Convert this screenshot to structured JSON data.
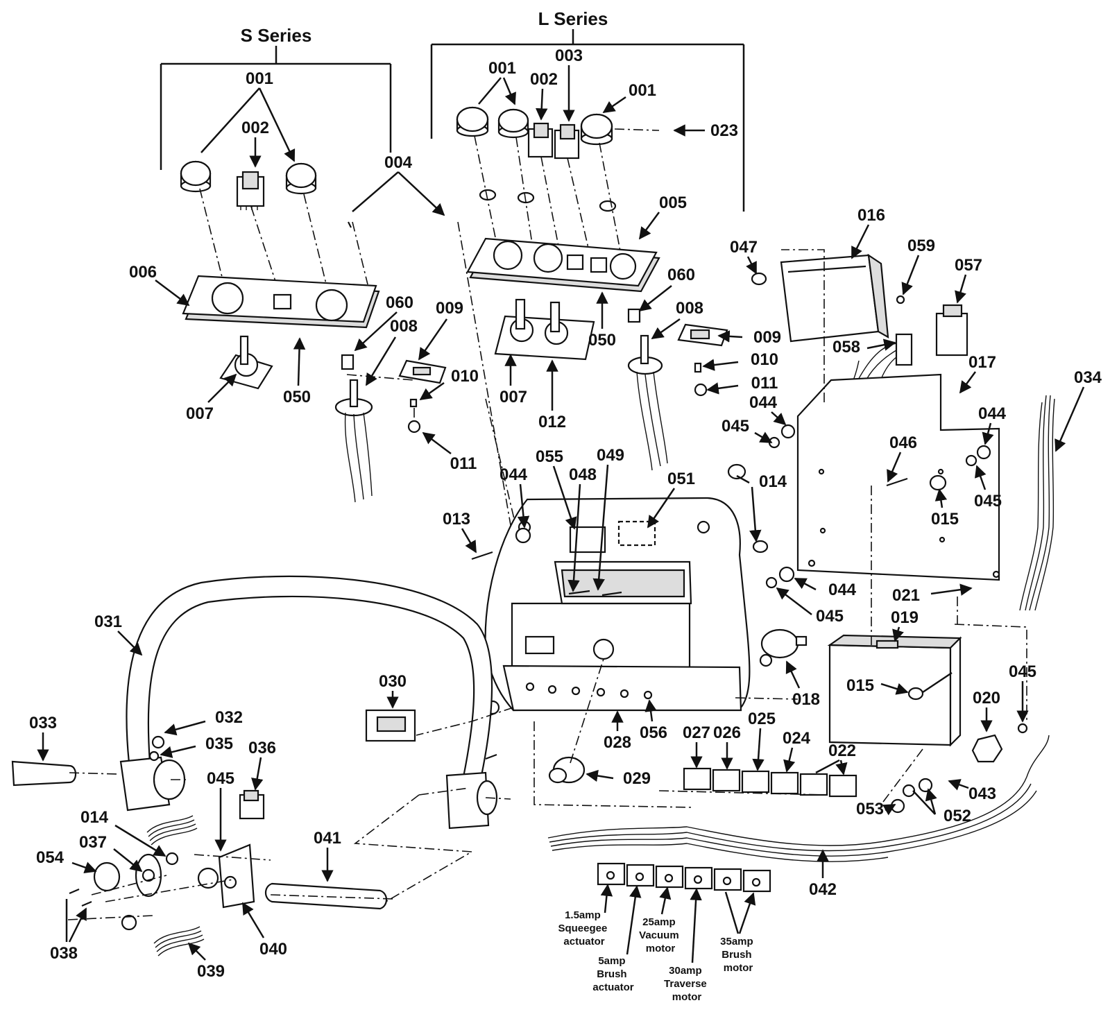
{
  "series": {
    "s": "S Series",
    "l": "L Series"
  },
  "labels": {
    "s001": "001",
    "s002": "002",
    "s004": "004",
    "s006": "006",
    "s050": "050",
    "s060": "060",
    "s007": "007",
    "s008": "008",
    "s009": "009",
    "s010": "010",
    "s011": "011",
    "l001a": "001",
    "l002": "002",
    "l003": "003",
    "l001b": "001",
    "l023": "023",
    "l005": "005",
    "l060": "060",
    "l008": "008",
    "l009": "009",
    "l050": "050",
    "l007": "007",
    "l012": "012",
    "l010": "010",
    "l011": "011",
    "p047": "047",
    "p016": "016",
    "p059": "059",
    "p057": "057",
    "p058": "058",
    "p017": "017",
    "p034": "034",
    "p044a": "044",
    "p045a": "045",
    "p014a": "014",
    "p046": "046",
    "p044b": "044",
    "p015a": "015",
    "p045b": "045",
    "p013": "013",
    "p044c": "044",
    "p055": "055",
    "p048": "048",
    "p049": "049",
    "p051": "051",
    "p044d": "044",
    "p045c": "045",
    "p021": "021",
    "p019": "019",
    "p018": "018",
    "p015b": "015",
    "p020": "020",
    "p045d": "045",
    "p031": "031",
    "p030": "030",
    "p028": "028",
    "p056": "056",
    "p027": "027",
    "p026": "026",
    "p025": "025",
    "p024": "024",
    "p022": "022",
    "p029": "029",
    "p053": "053",
    "p052": "052",
    "p043": "043",
    "p042": "042",
    "p033": "033",
    "p032": "032",
    "p035": "035",
    "p036": "036",
    "p045e": "045",
    "p014b": "014",
    "p037": "037",
    "p054": "054",
    "p041": "041",
    "p038": "038",
    "p039": "039",
    "p040": "040"
  },
  "fuses": {
    "f1": [
      "1.5amp",
      "Squeegee",
      "actuator"
    ],
    "f2": [
      "5amp",
      "Brush",
      "actuator"
    ],
    "f3": [
      "25amp",
      "Vacuum",
      "motor"
    ],
    "f4": [
      "30amp",
      "Traverse",
      "motor"
    ],
    "f5": [
      "35amp",
      "Brush",
      "motor"
    ]
  }
}
